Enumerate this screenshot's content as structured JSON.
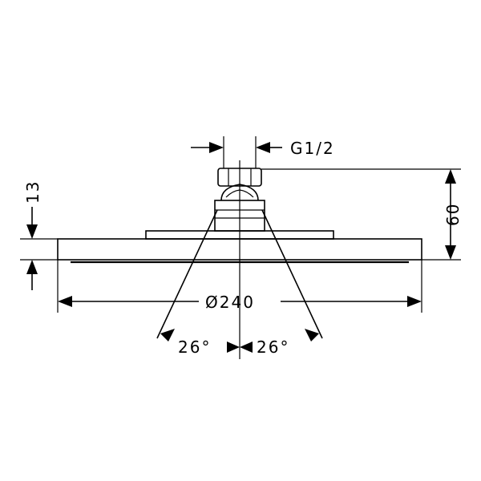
{
  "dimensions": {
    "connection_thread": "G1/2",
    "overall_height": "60",
    "plate_thickness": "13",
    "diameter": "Ø240",
    "angle_left": "26°",
    "angle_right": "26°"
  }
}
